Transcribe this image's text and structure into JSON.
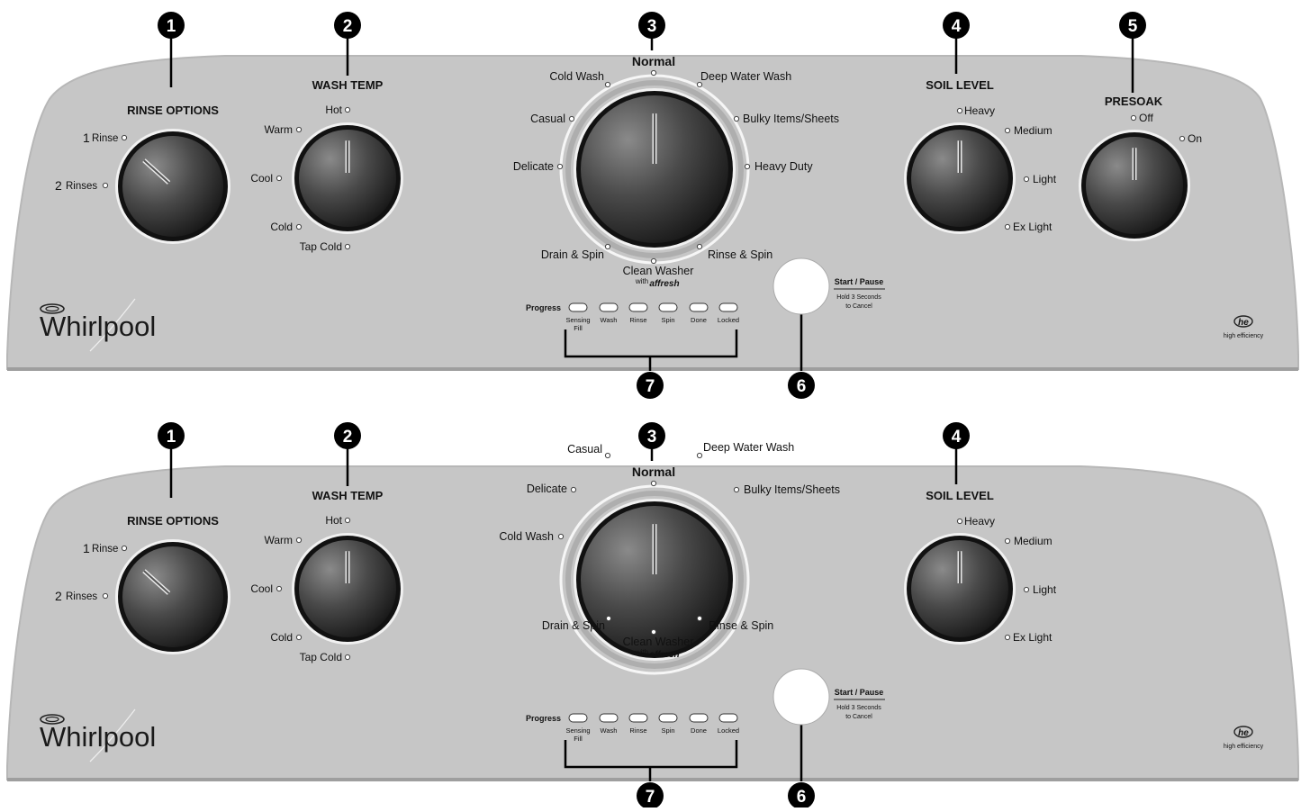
{
  "brand": {
    "logo_text": "Whirlpool",
    "he_badge": "he",
    "he_caption": "high efficiency"
  },
  "colors": {
    "panel_fill": "#c6c6c6",
    "panel_edge": "#b7b7b7",
    "knob_dark": "#111111",
    "knob_mid": "#5c5c5c",
    "callout": "#000000",
    "button": "#ffffff"
  },
  "panels": [
    {
      "id": "top",
      "callouts": [
        "1",
        "2",
        "3",
        "4",
        "5",
        "6",
        "7"
      ],
      "rinse_options": {
        "title": "RINSE OPTIONS",
        "one_num": "1",
        "one_label": "Rinse",
        "two_num": "2",
        "two_label": "Rinses"
      },
      "wash_temp": {
        "title": "WASH TEMP",
        "options": [
          "Hot",
          "Warm",
          "Cool",
          "Cold",
          "Tap Cold"
        ]
      },
      "cycle": {
        "normal": "Normal",
        "options": [
          "Cold Wash",
          "Deep Water Wash",
          "Casual",
          "Bulky Items/Sheets",
          "Delicate",
          "Heavy Duty",
          "Drain & Spin",
          "Rinse & Spin"
        ],
        "clean_washer": "Clean Washer",
        "with": "with",
        "affresh": "affresh"
      },
      "soil_level": {
        "title": "SOIL LEVEL",
        "options": [
          "Heavy",
          "Medium",
          "Light",
          "Ex Light"
        ]
      },
      "presoak": {
        "title": "PRESOAK",
        "options": [
          "Off",
          "On"
        ]
      },
      "progress": {
        "label": "Progress",
        "lights": [
          "Sensing",
          "Wash",
          "Rinse",
          "Spin",
          "Done",
          "Locked"
        ],
        "sensing_sub": "Fill"
      },
      "start": {
        "title": "Start / Pause",
        "hint_1": "Hold 3 Seconds",
        "hint_2": "to Cancel"
      }
    },
    {
      "id": "bottom",
      "callouts": [
        "1",
        "2",
        "3",
        "4",
        "6",
        "7"
      ],
      "rinse_options": {
        "title": "RINSE OPTIONS",
        "one_num": "1",
        "one_label": "Rinse",
        "two_num": "2",
        "two_label": "Rinses"
      },
      "wash_temp": {
        "title": "WASH TEMP",
        "options": [
          "Hot",
          "Warm",
          "Cool",
          "Cold",
          "Tap Cold"
        ]
      },
      "cycle": {
        "normal": "Normal",
        "options": [
          "Casual",
          "Deep Water Wash",
          "Delicate",
          "Bulky Items/Sheets",
          "Cold Wash",
          "Drain & Spin",
          "Rinse & Spin"
        ],
        "clean_washer": "Clean Washer",
        "with": "with",
        "affresh": "affresh"
      },
      "soil_level": {
        "title": "SOIL LEVEL",
        "options": [
          "Heavy",
          "Medium",
          "Light",
          "Ex Light"
        ]
      },
      "progress": {
        "label": "Progress",
        "lights": [
          "Sensing",
          "Wash",
          "Rinse",
          "Spin",
          "Done",
          "Locked"
        ],
        "sensing_sub": "Fill"
      },
      "start": {
        "title": "Start / Pause",
        "hint_1": "Hold 3 Seconds",
        "hint_2": "to Cancel"
      }
    }
  ]
}
